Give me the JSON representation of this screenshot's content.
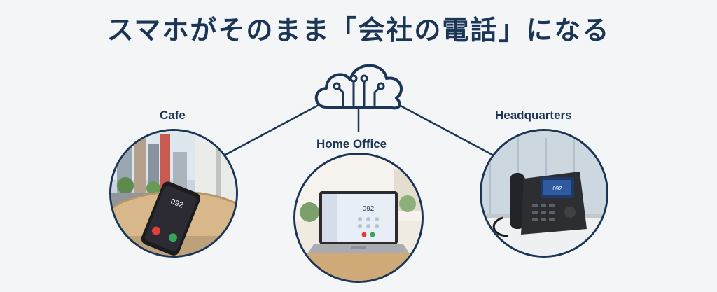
{
  "title": "スマホがそのまま「会社の電話」になる",
  "icons": {
    "cloud": "cloud-network-icon"
  },
  "locations": {
    "cafe": {
      "label": "Cafe",
      "screen_number": "092"
    },
    "home": {
      "label": "Home Office",
      "screen_number": "092"
    },
    "hq": {
      "label": "Headquarters",
      "screen_number": "092"
    }
  },
  "colors": {
    "navy": "#1b3556",
    "background": "#f4f5f6",
    "call_red": "#e0403a",
    "call_green": "#3aa55a"
  }
}
